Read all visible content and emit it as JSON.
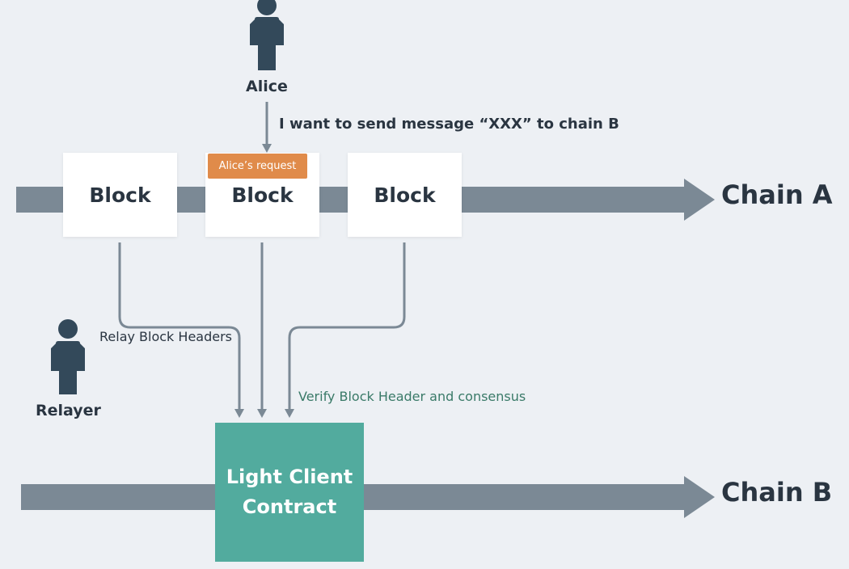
{
  "people": {
    "alice": {
      "name": "Alice"
    },
    "relayer": {
      "name": "Relayer"
    }
  },
  "message": "I want to send message “XXX” to chain B",
  "request_tag": "Alice’s request",
  "blocks": [
    {
      "label": "Block"
    },
    {
      "label": "Block"
    },
    {
      "label": "Block"
    }
  ],
  "chains": {
    "a": {
      "label": "Chain A"
    },
    "b": {
      "label": "Chain B"
    }
  },
  "relay_label": "Relay Block Headers",
  "verify_label": "Verify Block Header and consensus",
  "contract": {
    "line1": "Light Client",
    "line2": "Contract"
  },
  "colors": {
    "background": "#edf0f4",
    "chain_arrow": "#7b8995",
    "connector": "#7b8995",
    "person": "#33495a",
    "request_tag": "#e08b4a",
    "contract": "#52ab9e",
    "verify_text": "#3a7a68"
  }
}
